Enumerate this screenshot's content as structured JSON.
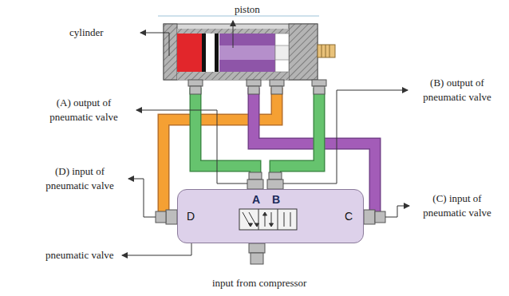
{
  "diagram": {
    "nodes": [
      {
        "text": [
          "D",
          "A",
          "B",
          "C"
        ]
      }
    ],
    "labels": [
      "cylinder",
      "piston",
      "(A) output of pneumatic valve",
      "(B) output of pneumatic valve",
      "(D) input of pneumatic valve",
      "(C) input of pneumatic valve",
      "pneumatic valve",
      "input from compressor"
    ]
  }
}
